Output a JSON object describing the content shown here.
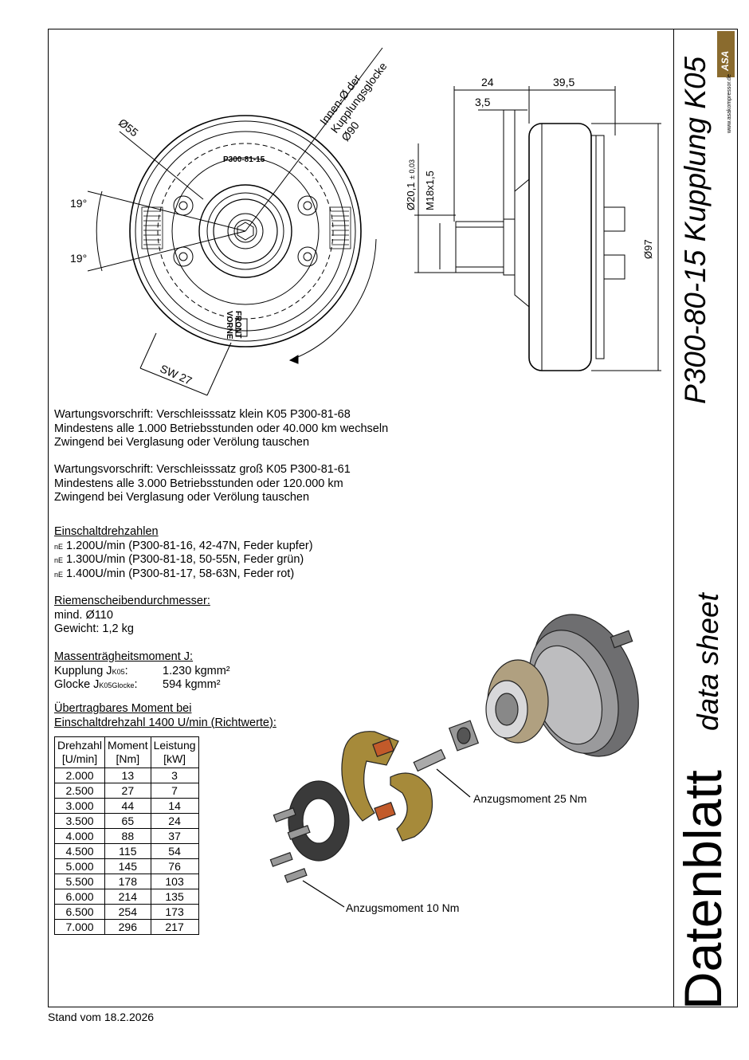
{
  "title": "P300-80-15 Kupplung K05",
  "sheet_label": "data sheet",
  "sheet_heading": "Datenblatt",
  "website": "www.asakompressor.de",
  "logo_text": "ASA",
  "drawing": {
    "part_label": "P300-81-15",
    "front_label": "FRONT",
    "vorne_label": "VORNE",
    "inner_dia_line1": "Innen-Ø der",
    "inner_dia_line2": "Kupplungsglocke",
    "inner_dia_value": "Ø90",
    "dia55": "Ø55",
    "angle_top": "19°",
    "angle_bottom": "19°",
    "sw": "SW 27",
    "dim_24": "24",
    "dim_39_5": "39,5",
    "dim_3_5": "3,5",
    "dim_shaft": "Ø20,1",
    "dim_shaft_tol": "± 0,03",
    "dim_thread": "M18x1,5",
    "dim_97": "Ø97"
  },
  "maintenance": [
    [
      "Wartungsvorschrift: Verschleisssatz klein K05 P300-81-68",
      "Mindestens alle 1.000 Betriebsstunden oder 40.000 km wechseln",
      "Zwingend bei Verglasung oder Verölung tauschen"
    ],
    [
      "Wartungsvorschrift: Verschleisssatz groß K05 P300-81-61",
      "Mindestens alle 3.000 Betriebsstunden oder 120.000 km",
      "Zwingend bei Verglasung oder Verölung tauschen"
    ]
  ],
  "engagement": {
    "heading": "Einschaltdrehzahlen",
    "prefix": "nE",
    "items": [
      "1.200U/min (P300-81-16, 42-47N, Feder kupfer)",
      "1.300U/min (P300-81-18, 50-55N, Feder grün)",
      "1.400U/min (P300-81-17, 58-63N, Feder rot)"
    ]
  },
  "pulley": {
    "heading": "Riemenscheibendurchmesser:",
    "min": "mind. Ø110",
    "weight": "Gewicht: 1,2 kg"
  },
  "inertia": {
    "heading": "Massenträgheitsmoment J:",
    "rows": [
      {
        "name": "Kupplung J",
        "sub": "K05",
        "suffix": ":",
        "value": "1.230 kgmm²"
      },
      {
        "name": "Glocke J",
        "sub": "K05Glocke",
        "suffix": ":",
        "value": "594 kgmm²"
      }
    ]
  },
  "torque": {
    "heading1": "Übertragbares Moment  bei",
    "heading2": "Einschaltdrehzahl 1400 U/min (Richtwerte):",
    "columns": [
      [
        "Drehzahl",
        "[U/min]"
      ],
      [
        "Moment",
        "[Nm]"
      ],
      [
        "Leistung",
        "[kW]"
      ]
    ],
    "rows": [
      [
        "2.000",
        "13",
        "3"
      ],
      [
        "2.500",
        "27",
        "7"
      ],
      [
        "3.000",
        "44",
        "14"
      ],
      [
        "3.500",
        "65",
        "24"
      ],
      [
        "4.000",
        "88",
        "37"
      ],
      [
        "4.500",
        "115",
        "54"
      ],
      [
        "5.000",
        "145",
        "76"
      ],
      [
        "5.500",
        "178",
        "103"
      ],
      [
        "6.000",
        "214",
        "135"
      ],
      [
        "6.500",
        "254",
        "173"
      ],
      [
        "7.000",
        "296",
        "217"
      ]
    ]
  },
  "callouts": {
    "torque_25": "Anzugsmoment 25 Nm",
    "torque_10": "Anzugsmoment 10 Nm"
  },
  "footer": "Stand vom 18.2.2026"
}
